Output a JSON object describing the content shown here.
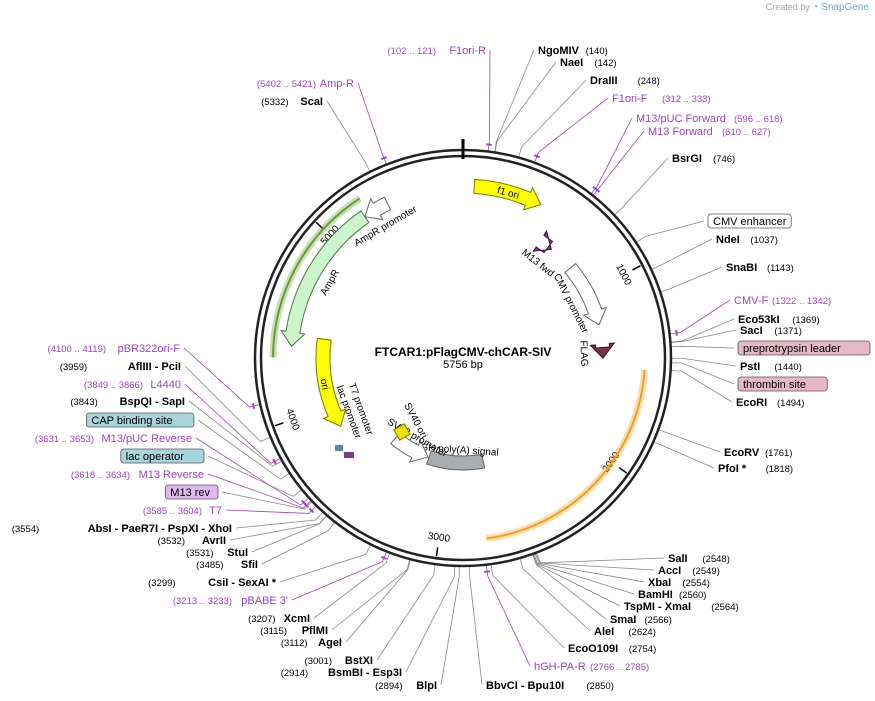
{
  "credit": {
    "prefix": "Created by",
    "brand": "SnapGene"
  },
  "plasmid": {
    "name": "FTCAR1:pFlagCMV-chCAR-SIV",
    "length_label": "5756 bp",
    "length": 5756
  },
  "ticks": [
    {
      "pos": 1000,
      "label": "1000"
    },
    {
      "pos": 2000,
      "label": "2000"
    },
    {
      "pos": 3000,
      "label": "3000"
    },
    {
      "pos": 4000,
      "label": "4000"
    },
    {
      "pos": 5000,
      "label": "5000"
    }
  ],
  "features": [
    {
      "name": "f1 ori",
      "label": "f1 ori",
      "start": 60,
      "end": 430,
      "strand": 1,
      "color": "#ffff00",
      "stroke": "#777700",
      "ring": 0
    },
    {
      "name": "AmpR promoter",
      "label": "AmpR promoter",
      "start": 5200,
      "end": 5340,
      "strand": -1,
      "color": "#ffffff",
      "stroke": "#666666",
      "ring": 0
    },
    {
      "name": "AmpR",
      "label": "AmpR",
      "start": 4380,
      "end": 5200,
      "strand": -1,
      "color": "#ccf5cc",
      "stroke": "#447744",
      "ring": 0
    },
    {
      "name": "M13 fwd",
      "label": "M13 fwd",
      "start": 600,
      "end": 625,
      "strand": 1,
      "color": "#7b3a8c",
      "stroke": "#3a1040",
      "ring": 1
    },
    {
      "name": "CMV promoter",
      "label": "CMV promoter",
      "start": 800,
      "end": 1220,
      "strand": 1,
      "color": "#ffffff",
      "stroke": "#666666",
      "ring": 1
    },
    {
      "name": "FLAG",
      "label": "FLAG",
      "start": 1370,
      "end": 1440,
      "strand": 1,
      "color": "#7a3048",
      "stroke": "#3a1020",
      "ring": 1
    },
    {
      "name": "ori",
      "label": "ori",
      "start": 3850,
      "end": 4440,
      "strand": -1,
      "color": "#ffff00",
      "stroke": "#777700",
      "ring": 1
    },
    {
      "name": "hGH poly(A) signal",
      "label": "hGH poly(A) signal",
      "start": 2700,
      "end": 3180,
      "strand": 0,
      "color": "#a8adb2",
      "stroke": "#666666",
      "ring": 2
    },
    {
      "name": "SV40 promoter",
      "label": "SV40 promoter",
      "start": 3190,
      "end": 3520,
      "strand": -1,
      "color": "#ffffff",
      "stroke": "#666666",
      "ring": 2
    }
  ],
  "orf": {
    "start": 1500,
    "end": 2760,
    "color": "#f0a020",
    "label": ""
  },
  "green_orf": {
    "start": 4320,
    "end": 5230
  },
  "inner_labels": [
    {
      "text": "SV40 ori",
      "key": "sv40ori"
    },
    {
      "text": "T7 promoter",
      "key": "t7p"
    },
    {
      "text": "lac promoter",
      "key": "lacp"
    }
  ],
  "right_labels": [
    {
      "text": "NgoMIV",
      "coord": "(140)",
      "type": "enzyme",
      "pos": 140
    },
    {
      "text": "NaeI",
      "coord": "(142)",
      "type": "enzyme",
      "pos": 142
    },
    {
      "text": "DraIII",
      "coord": "(248)",
      "type": "enzyme",
      "pos": 248
    },
    {
      "text": "F1ori-F",
      "coord": "(312 .. 333)",
      "type": "primer",
      "pos": 322
    },
    {
      "text": "M13/pUC Forward",
      "coord": "(596 .. 618)",
      "type": "primer",
      "pos": 607
    },
    {
      "text": "M13 Forward",
      "coord": "(610 .. 627)",
      "type": "primer",
      "pos": 618
    },
    {
      "text": "BsrGI",
      "coord": "(746)",
      "type": "enzyme",
      "pos": 746
    },
    {
      "text": "CMV enhancer",
      "coord": "",
      "type": "feature-box",
      "pos": 900
    },
    {
      "text": "NdeI",
      "coord": "(1037)",
      "type": "enzyme",
      "pos": 1037
    },
    {
      "text": "SnaBI",
      "coord": "(1143)",
      "type": "enzyme",
      "pos": 1143
    },
    {
      "text": "CMV-F",
      "coord": "(1322 .. 1342)",
      "type": "primer",
      "pos": 1332
    },
    {
      "text": "Eco53kI",
      "coord": "(1369)",
      "type": "enzyme",
      "pos": 1369
    },
    {
      "text": "SacI",
      "coord": "(1371)",
      "type": "enzyme",
      "pos": 1371
    },
    {
      "text": "preprotrypsin leader",
      "coord": "",
      "type": "box-pink",
      "pos": 1390
    },
    {
      "text": "PstI",
      "coord": "(1440)",
      "type": "enzyme",
      "pos": 1440
    },
    {
      "text": "thrombin site",
      "coord": "",
      "type": "box-pink",
      "pos": 1460
    },
    {
      "text": "EcoRI",
      "coord": "(1494)",
      "type": "enzyme",
      "pos": 1494
    },
    {
      "text": "EcoRV",
      "coord": "(1761)",
      "type": "enzyme",
      "pos": 1761
    },
    {
      "text": "PfoI *",
      "coord": "(1818)",
      "type": "enzyme",
      "pos": 1818
    },
    {
      "text": "SalI",
      "coord": "(2548)",
      "type": "enzyme",
      "pos": 2548
    },
    {
      "text": "AccI",
      "coord": "(2549)",
      "type": "enzyme",
      "pos": 2549
    },
    {
      "text": "XbaI",
      "coord": "(2554)",
      "type": "enzyme",
      "pos": 2554
    },
    {
      "text": "BamHI",
      "coord": "(2560)",
      "type": "enzyme",
      "pos": 2560
    },
    {
      "text": "TspMI - XmaI",
      "coord": "(2564)",
      "type": "enzyme",
      "pos": 2564
    },
    {
      "text": "SmaI",
      "coord": "(2566)",
      "type": "enzyme",
      "pos": 2566
    },
    {
      "text": "AleI",
      "coord": "(2624)",
      "type": "enzyme",
      "pos": 2624
    },
    {
      "text": "EcoO109I",
      "coord": "(2754)",
      "type": "enzyme",
      "pos": 2754
    },
    {
      "text": "hGH-PA-R",
      "coord": "(2766 .. 2785)",
      "type": "primer",
      "pos": 2775
    },
    {
      "text": "BbvCI - Bpu10I",
      "coord": "(2850)",
      "type": "enzyme",
      "pos": 2850
    }
  ],
  "left_labels": [
    {
      "text": "F1ori-R",
      "coord": "(102 .. 121)",
      "type": "primer",
      "pos": 111
    },
    {
      "text": "Amp-R",
      "coord": "(5402 .. 5421)",
      "type": "primer",
      "pos": 5411
    },
    {
      "text": "ScaI",
      "coord": "(5332)",
      "type": "enzyme",
      "pos": 5332
    },
    {
      "text": "pBR322ori-F",
      "coord": "(4100 .. 4119)",
      "type": "primer",
      "pos": 4110
    },
    {
      "text": "AflIII - PciI",
      "coord": "(3959)",
      "type": "enzyme",
      "pos": 3959
    },
    {
      "text": "L4440",
      "coord": "(3849 .. 3866)",
      "type": "primer",
      "pos": 3857
    },
    {
      "text": "BspQI - SapI",
      "coord": "(3843)",
      "type": "enzyme",
      "pos": 3843
    },
    {
      "text": "CAP binding site",
      "coord": "",
      "type": "box-teal",
      "pos": 3780
    },
    {
      "text": "M13/pUC Reverse",
      "coord": "(3631 .. 3653)",
      "type": "primer",
      "pos": 3642
    },
    {
      "text": "lac operator",
      "coord": "",
      "type": "box-teal",
      "pos": 3690
    },
    {
      "text": "M13 Reverse",
      "coord": "(3618 .. 3634)",
      "type": "primer",
      "pos": 3626
    },
    {
      "text": "M13 rev",
      "coord": "",
      "type": "box-purple",
      "pos": 3620
    },
    {
      "text": "T7",
      "coord": "(3585 .. 3604)",
      "type": "primer",
      "pos": 3594
    },
    {
      "text": "AbsI - PaeR7I - PspXI - XhoI",
      "coord": "(3554)",
      "type": "enzyme",
      "pos": 3554
    },
    {
      "text": "AvrII",
      "coord": "(3532)",
      "type": "enzyme",
      "pos": 3532
    },
    {
      "text": "StuI",
      "coord": "(3531)",
      "type": "enzyme",
      "pos": 3531
    },
    {
      "text": "SfiI",
      "coord": "(3485)",
      "type": "enzyme",
      "pos": 3485
    },
    {
      "text": "CsiI - SexAI *",
      "coord": "(3299)",
      "type": "enzyme",
      "pos": 3299
    },
    {
      "text": "pBABE 3'",
      "coord": "(3213 .. 3233)",
      "type": "primer",
      "pos": 3223
    },
    {
      "text": "XcmI",
      "coord": "(3207)",
      "type": "enzyme",
      "pos": 3207
    },
    {
      "text": "PflMI",
      "coord": "(3115)",
      "type": "enzyme",
      "pos": 3115
    },
    {
      "text": "AgeI",
      "coord": "(3112)",
      "type": "enzyme",
      "pos": 3112
    },
    {
      "text": "BstXI",
      "coord": "(3001)",
      "type": "enzyme",
      "pos": 3001
    },
    {
      "text": "BsmBI - Esp3I",
      "coord": "(2914)",
      "type": "enzyme",
      "pos": 2914
    },
    {
      "text": "BlpI",
      "coord": "(2894)",
      "type": "enzyme",
      "pos": 2894
    }
  ],
  "colors": {
    "enzyme": "#000000",
    "primer": "#a040c8",
    "leader": "#888888",
    "teal": "#a8d4dc",
    "pink": "#e6b8c4",
    "purple": "#e0b8f0"
  }
}
